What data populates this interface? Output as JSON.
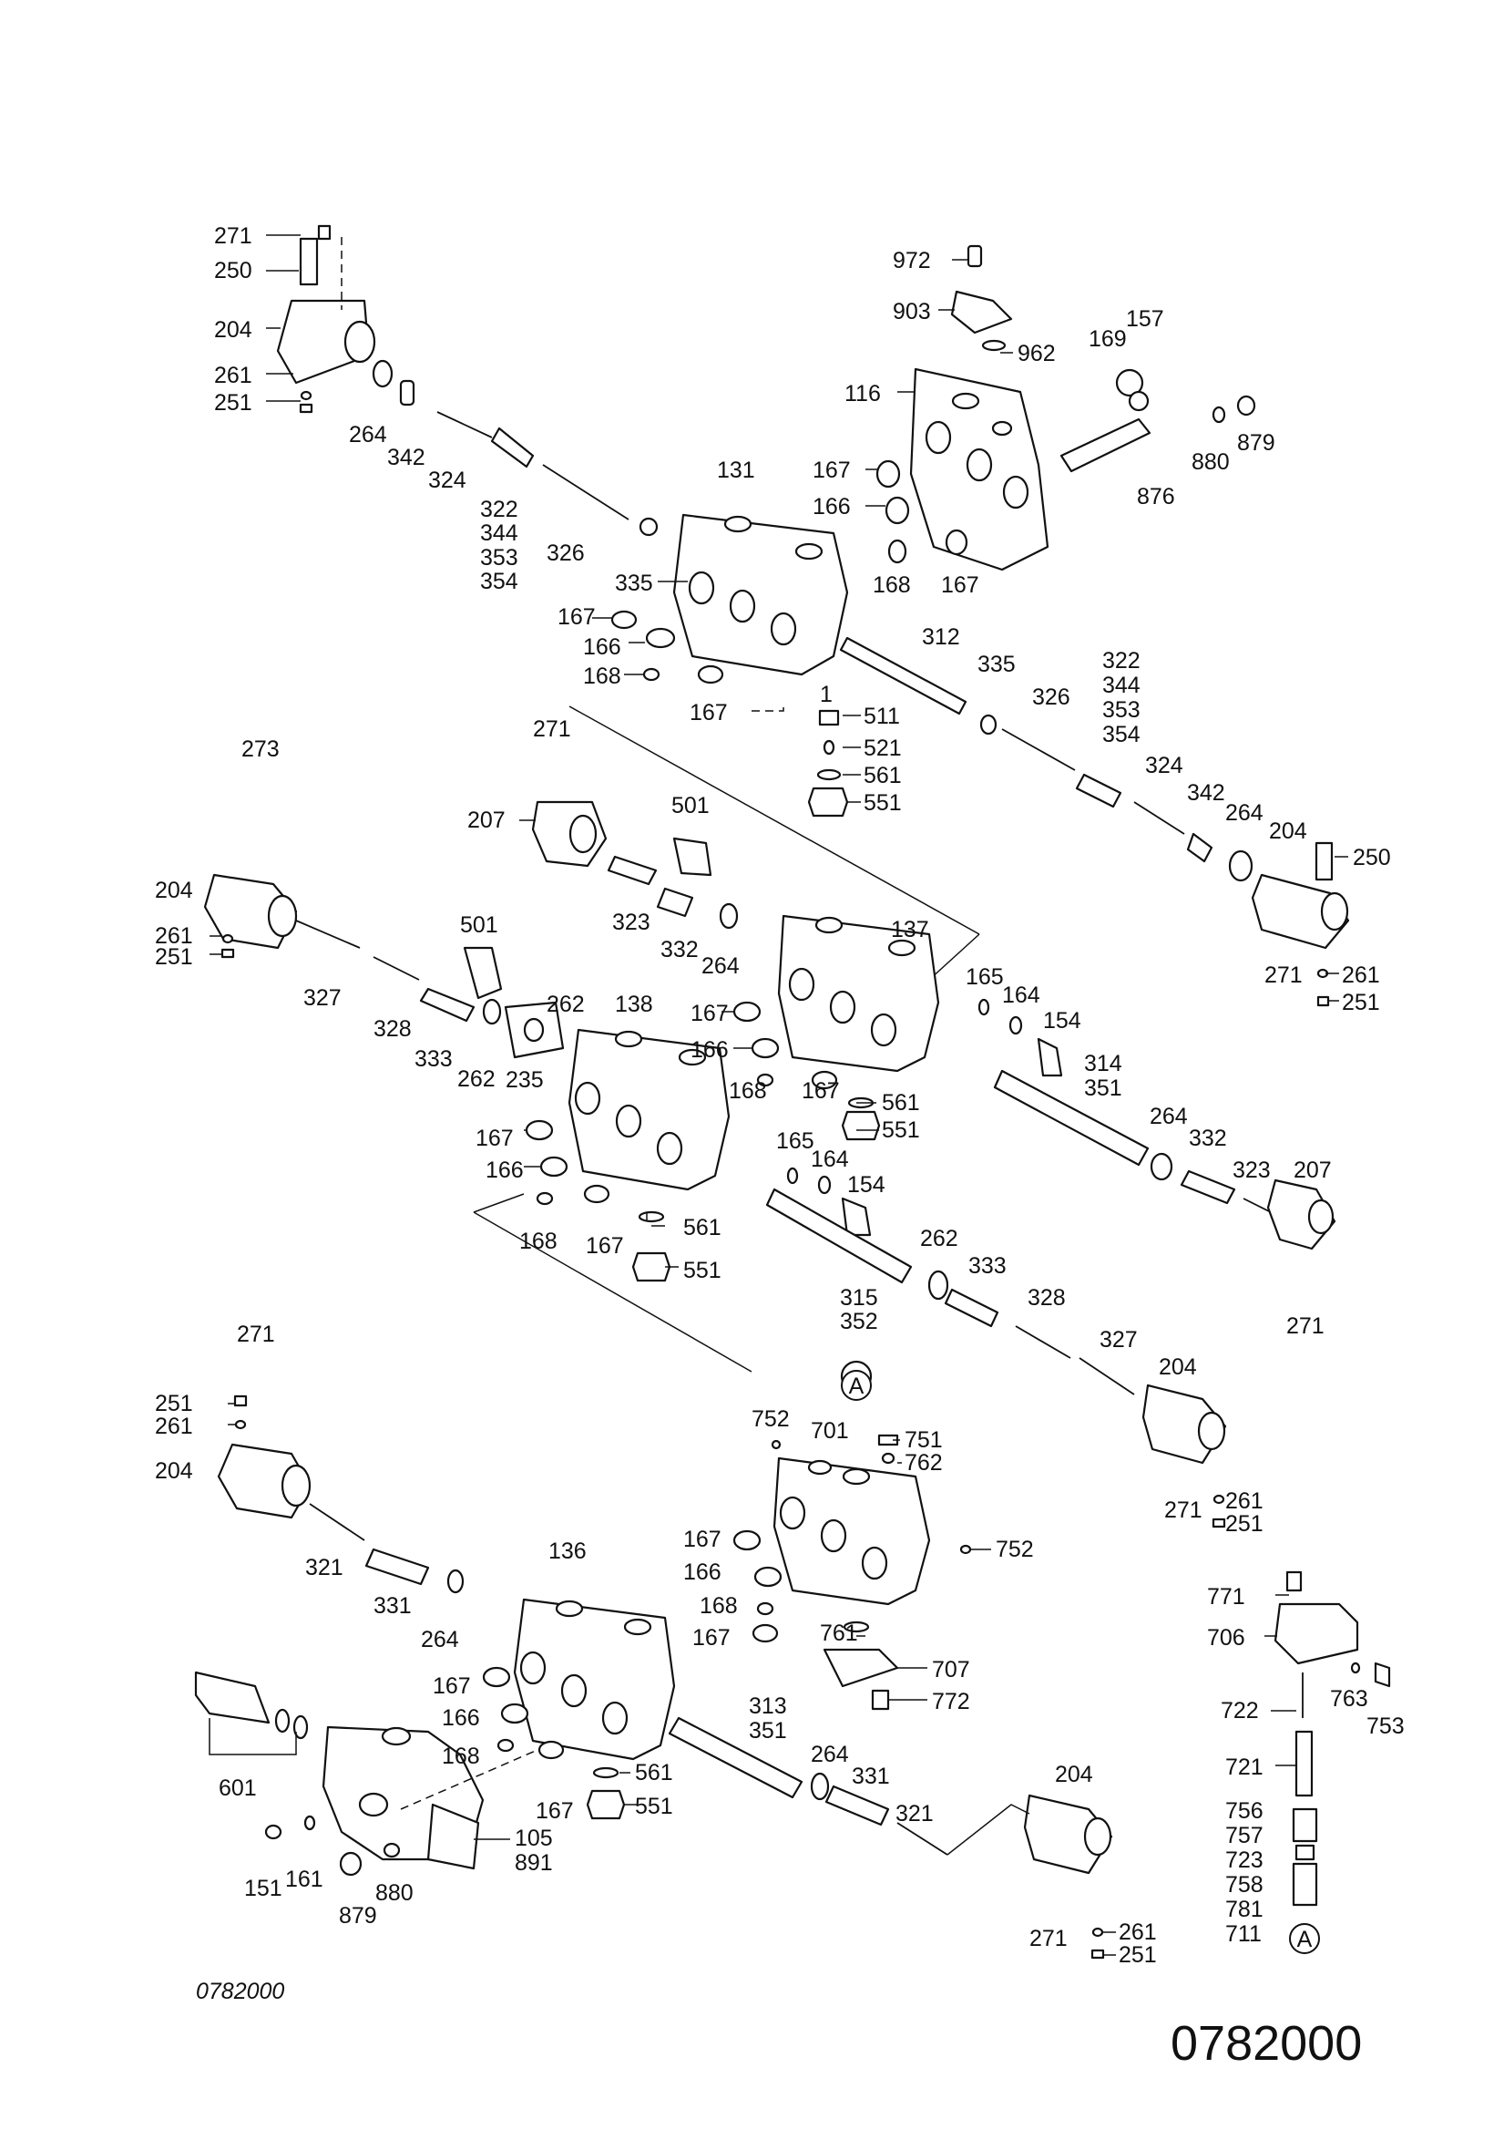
{
  "drawing": {
    "code_small": "0782000",
    "code_large": "0782000",
    "callout_top": "A",
    "callout_bottom": "A"
  },
  "labels": {
    "l271a": "271",
    "l250a": "250",
    "l204a": "204",
    "l261a": "261",
    "l251a": "251",
    "l264a": "264",
    "l342a": "342",
    "l324a": "324",
    "l322a": "322",
    "l344a": "344",
    "l353a": "353",
    "l354a": "354",
    "l326a": "326",
    "l335a": "335",
    "l131": "131",
    "l167a": "167",
    "l166a": "166",
    "l168a": "168",
    "l167b": "167",
    "l972": "972",
    "l903": "903",
    "l962": "962",
    "l157": "157",
    "l169": "169",
    "l116": "116",
    "l167c": "167",
    "l166b": "166",
    "l168b": "168",
    "l167d": "167",
    "l880a": "880",
    "l879a": "879",
    "l876": "876",
    "l312": "312",
    "l335b": "335",
    "l326b": "326",
    "l322b": "322",
    "l344b": "344",
    "l353b": "353",
    "l354b": "354",
    "l324b": "324",
    "l342b": "342",
    "l264b": "264",
    "l204b": "204",
    "l250b": "250",
    "l271b": "271",
    "l261b": "261",
    "l251b": "251",
    "l1": "1",
    "l511": "511",
    "l521": "521",
    "l561a": "561",
    "l551a": "551",
    "l273": "273",
    "l204c": "204",
    "l261c": "261",
    "l251c": "251",
    "l327a": "327",
    "l328a": "328",
    "l333a": "333",
    "l262a": "262",
    "l235": "235",
    "l501a": "501",
    "l262b": "262",
    "l138": "138",
    "l271c": "271",
    "l207a": "207",
    "l501b": "501",
    "l323a": "323",
    "l332a": "332",
    "l264c": "264",
    "l137": "137",
    "l167e": "167",
    "l166c": "166",
    "l168c": "168",
    "l167f": "167",
    "l165a": "165",
    "l164a": "164",
    "l154a": "154",
    "l314": "314",
    "l351a": "351",
    "l561b": "561",
    "l551b": "551",
    "l167g": "167",
    "l166d": "166",
    "l168d": "168",
    "l167h": "167",
    "l165b": "165",
    "l164b": "164",
    "l154b": "154",
    "l561c": "561",
    "l551c": "551",
    "l315": "315",
    "l352": "352",
    "l264d": "264",
    "l332b": "332",
    "l323b": "323",
    "l207b": "207",
    "l271d": "271",
    "l262c": "262",
    "l333b": "333",
    "l328b": "328",
    "l327b": "327",
    "l204d": "204",
    "l271e": "271",
    "l261d": "261",
    "l251d": "251",
    "l271f": "271",
    "l251e": "251",
    "l261e": "261",
    "l204e": "204",
    "l321a": "321",
    "l331a": "331",
    "l264e": "264",
    "l136": "136",
    "l752a": "752",
    "l701": "701",
    "l751": "751",
    "l762": "762",
    "l752b": "752",
    "l167i": "167",
    "l166e": "166",
    "l168e": "168",
    "l167j": "167",
    "l761": "761",
    "l707": "707",
    "l772": "772",
    "l771": "771",
    "l706": "706",
    "l763": "763",
    "l753": "753",
    "l722": "722",
    "l721": "721",
    "l756": "756",
    "l757": "757",
    "l723": "723",
    "l758": "758",
    "l781": "781",
    "l711": "711",
    "l601": "601",
    "l167k": "167",
    "l166f": "166",
    "l168f": "168",
    "l167l": "167",
    "l313": "313",
    "l351b": "351",
    "l264f": "264",
    "l331b": "331",
    "l321b": "321",
    "l561d": "561",
    "l551d": "551",
    "l204f": "204",
    "l105": "105",
    "l891": "891",
    "l151": "151",
    "l161": "161",
    "l879b": "879",
    "l880b": "880",
    "l271g": "271",
    "l261f": "261",
    "l251f": "251"
  }
}
